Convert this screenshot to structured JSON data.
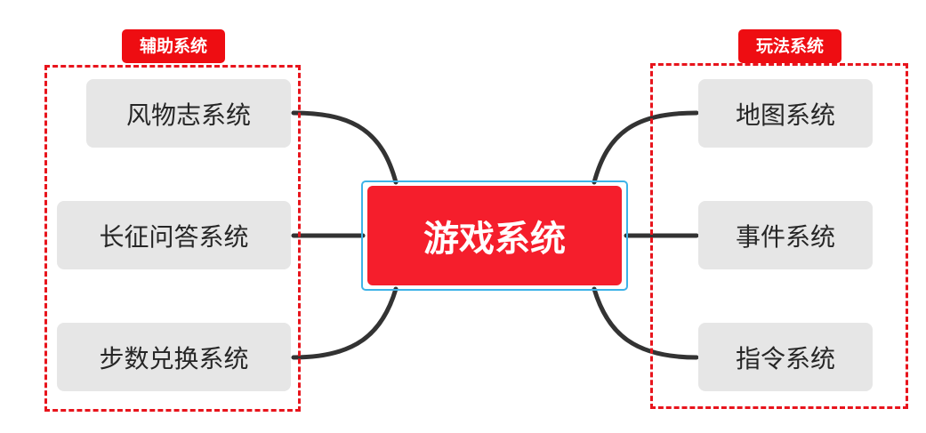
{
  "center": {
    "label": "游戏系统"
  },
  "left_group": {
    "tag": "辅助系统",
    "nodes": [
      "风物志系统",
      "长征问答系统",
      "步数兑换系统"
    ]
  },
  "right_group": {
    "tag": "玩法系统",
    "nodes": [
      "地图系统",
      "事件系统",
      "指令系统"
    ]
  },
  "colors": {
    "center_fill": "#f51e2c",
    "center_outline": "#3db3e8",
    "node_fill": "#e6e6e6",
    "group_border": "#e8141c",
    "tag_fill": "#ee0d12",
    "connector": "#333333"
  }
}
